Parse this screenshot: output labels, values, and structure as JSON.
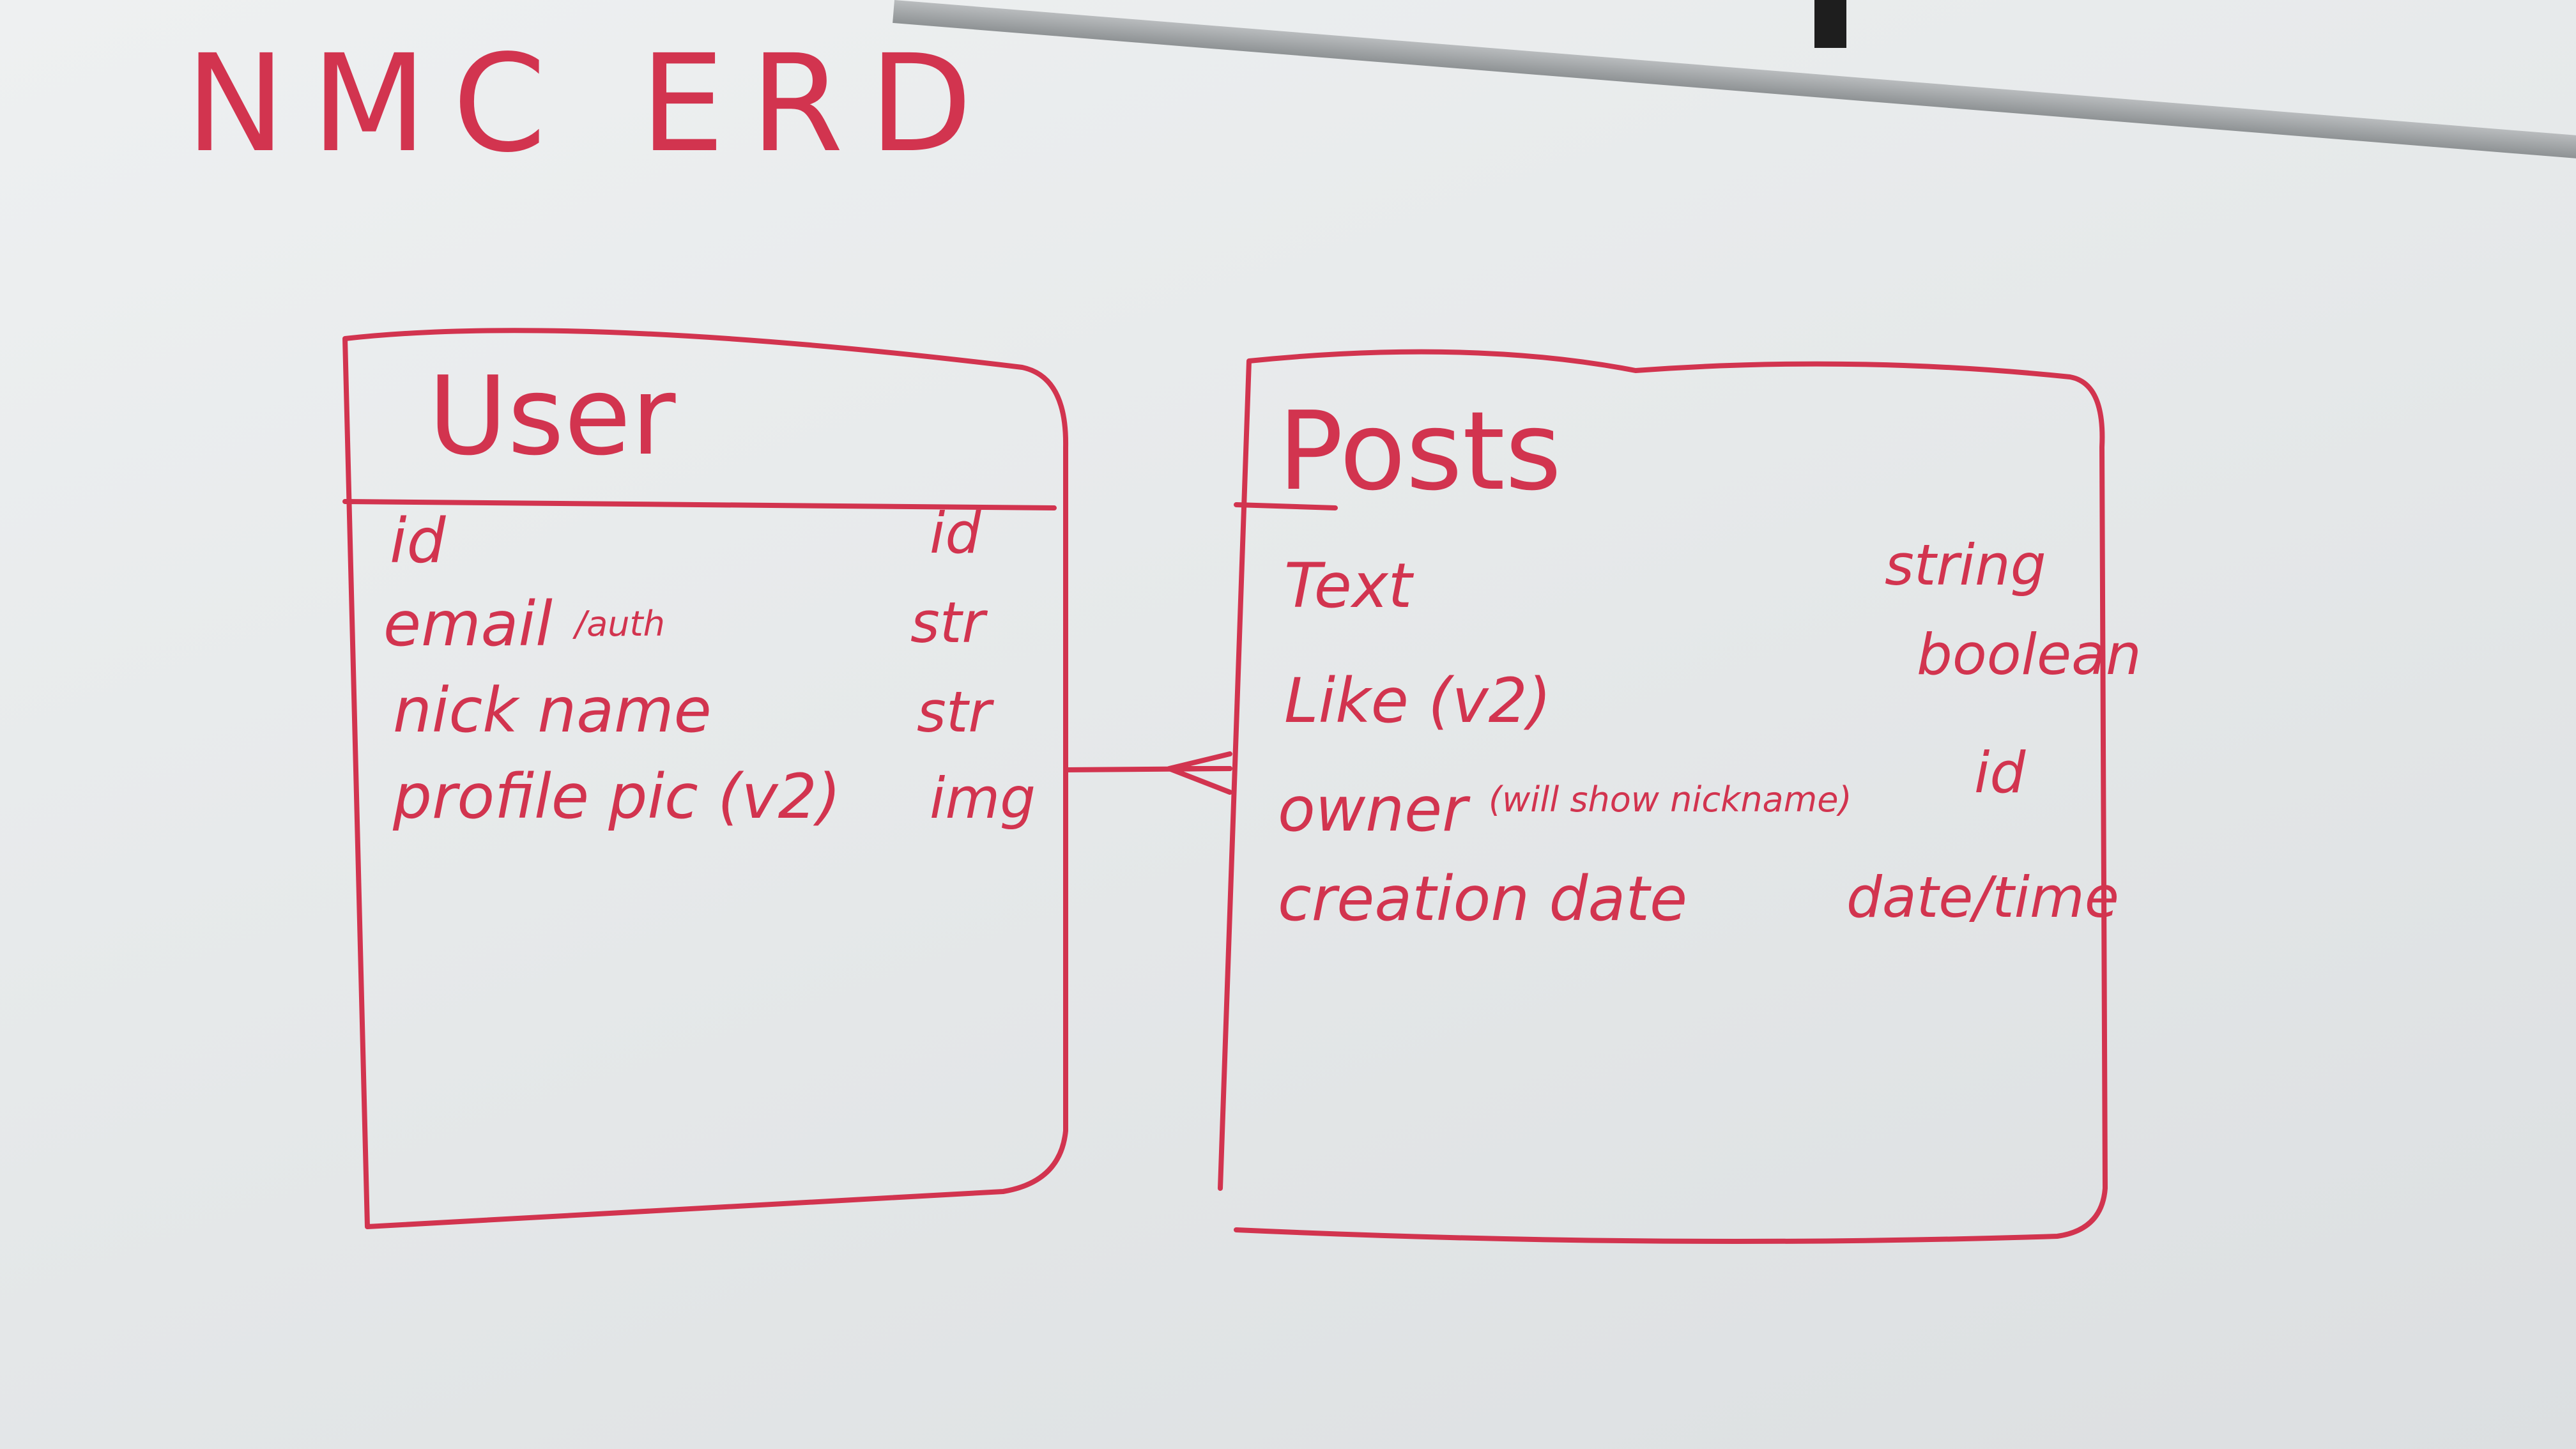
{
  "title": "NMC ERD",
  "entities": [
    {
      "name": "User",
      "fields": [
        {
          "name": "id",
          "note": "",
          "type": "id"
        },
        {
          "name": "email",
          "note": "/auth",
          "type": "str"
        },
        {
          "name": "nick name",
          "note": "",
          "type": "str"
        },
        {
          "name": "profile pic (v2)",
          "note": "",
          "type": "img"
        }
      ]
    },
    {
      "name": "Posts",
      "fields": [
        {
          "name": "Text",
          "note": "",
          "type": "string"
        },
        {
          "name": "Like (v2)",
          "note": "",
          "type": "boolean"
        },
        {
          "name": "owner",
          "note": "(will show nickname)",
          "type": "id"
        },
        {
          "name": "creation date",
          "note": "",
          "type": "date/time"
        }
      ]
    }
  ],
  "relationship": {
    "from": "Posts",
    "to": "User",
    "notation": "crow's foot"
  },
  "colors": {
    "marker": "#d2344f",
    "board": "#e6e9ea",
    "wall": "#c98a5e"
  }
}
